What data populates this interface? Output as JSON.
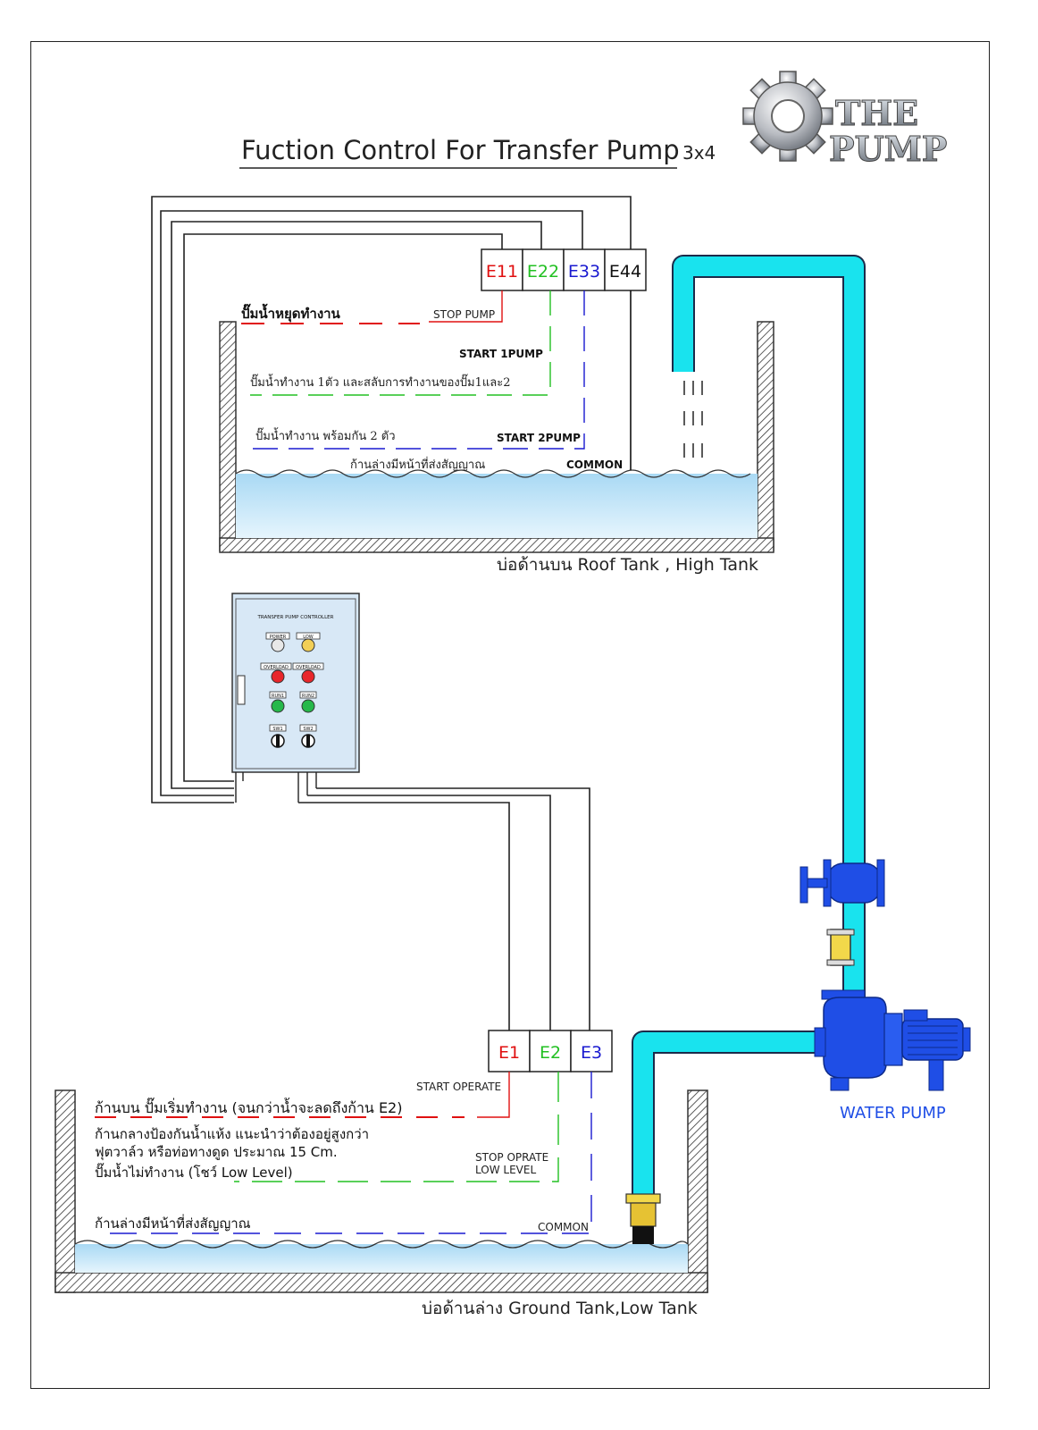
{
  "title": {
    "main": "Fuction Control For Transfer Pump",
    "suffix": "3x4"
  },
  "logo": {
    "line1": "THE",
    "line2": "PUMP"
  },
  "roof_tank": {
    "caption": "บ่อด้านบน Roof Tank , High Tank",
    "terminals": [
      {
        "label": "E11",
        "color": "#e01010"
      },
      {
        "label": "E22",
        "color": "#22c022"
      },
      {
        "label": "E33",
        "color": "#1a1ad0"
      },
      {
        "label": "E44",
        "color": "#111111"
      }
    ],
    "stop_text": "ปั๊มน้ำหยุดทำงาน",
    "stop_tag": "STOP PUMP",
    "start1_tag": "START 1PUMP",
    "start1_text": "ปั๊มน้ำทำงาน 1ตัว และสลับการทำงานของปั๊ม1และ2",
    "start2_text": "ปั๊มน้ำทำงาน พร้อมกัน 2 ตัว",
    "start2_tag": "START 2PUMP",
    "common_text": "ก้านล่างมีหน้าที่ส่งสัญญาณ",
    "common_tag": "COMMON"
  },
  "controller": {
    "title": "TRANSFER PUMP CONTROLLER",
    "labels": [
      "POWER",
      "LOW",
      "OVERLOAD",
      "OVERLOAD",
      "RUN1",
      "RUN2",
      "SW1",
      "SW2"
    ]
  },
  "ground_tank": {
    "caption": "บ่อด้านล่าง Ground Tank,Low Tank",
    "terminals": [
      {
        "label": "E1",
        "color": "#e01010"
      },
      {
        "label": "E2",
        "color": "#22c022"
      },
      {
        "label": "E3",
        "color": "#1a1ad0"
      }
    ],
    "start_tag": "START OPERATE",
    "start_text": "ก้านบน ปั๊มเริ่มทำงาน (จนกว่าน้ำจะลดถึงก้าน E2)",
    "dry_line1": "ก้านกลางป้องกันน้ำแห้ง แนะนำว่าต้องอยู่สูงกว่า",
    "dry_line2": "ฟุตวาล์ว หรือท่อทางดูด ประมาณ 15 Cm.",
    "dry_line3": "ปั๊มน้ำไม่ทำงาน (โชว์ Low Level)",
    "stop_tag_line1": "STOP OPRATE",
    "stop_tag_line2": "LOW LEVEL",
    "common_text": "ก้านล่างมีหน้าที่ส่งสัญญาณ",
    "common_tag": "COMMON"
  },
  "pump_label": "WATER PUMP",
  "colors": {
    "pipe": "#19e3ee",
    "pump": "#1f4ee6",
    "red": "#e01010",
    "green": "#22c022",
    "blue": "#1a1ad0",
    "water": "#bfe4f7"
  }
}
